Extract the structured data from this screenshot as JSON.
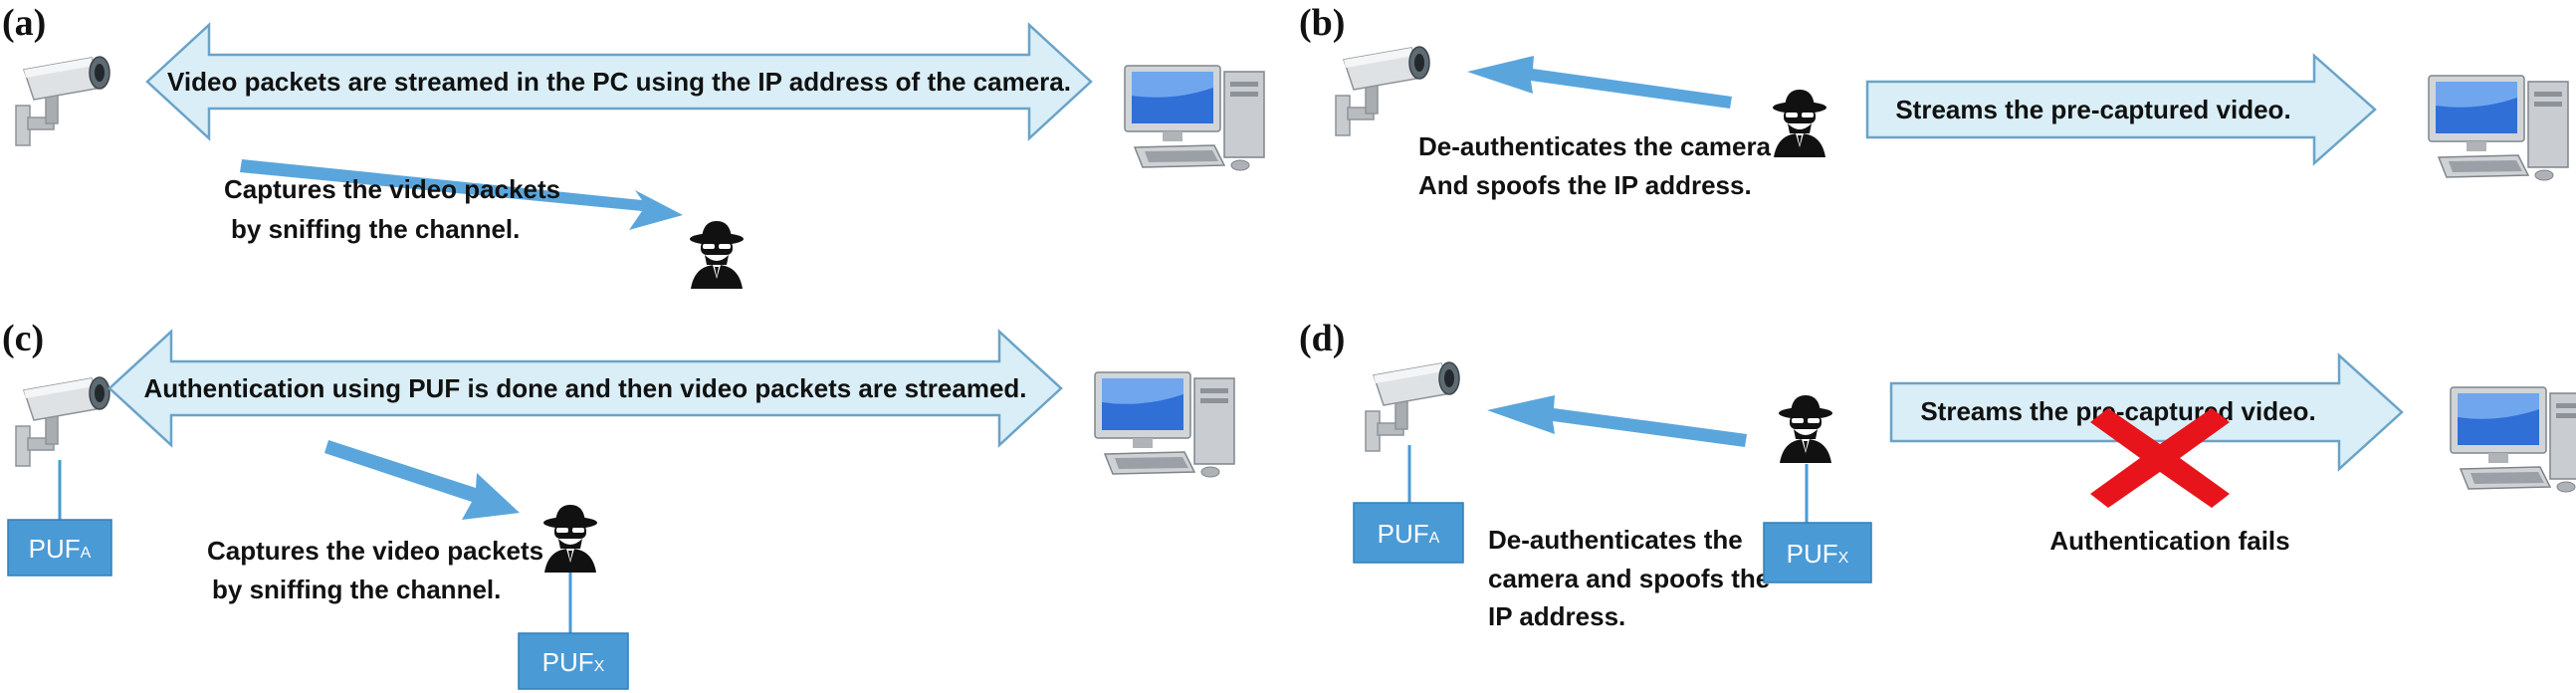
{
  "panels": [
    {
      "label": "(a)",
      "arrow_text": "Video packets are streamed in the PC using the IP address of the camera.",
      "note_lines": [
        "Captures the video packets",
        "by sniffing the channel."
      ]
    },
    {
      "label": "(b)",
      "arrow_text": "Streams the pre-captured video.",
      "note_lines": [
        "De-authenticates the camera",
        "And spoofs the IP address."
      ]
    },
    {
      "label": "(c)",
      "arrow_text": "Authentication using PUF is done and then video packets are streamed.",
      "note_lines": [
        "Captures the video packets",
        "by sniffing the channel."
      ],
      "puf_camera": {
        "main": "PUF",
        "sub": "A"
      },
      "puf_attacker": {
        "main": "PUF",
        "sub": "X"
      }
    },
    {
      "label": "(d)",
      "arrow_text": "Streams the pre-captured video.",
      "note_lines": [
        "De-authenticates the",
        "camera and spoofs the",
        "IP address."
      ],
      "puf_camera": {
        "main": "PUF",
        "sub": "A"
      },
      "puf_attacker": {
        "main": "PUF",
        "sub": "X"
      },
      "fail_text": "Authentication fails"
    }
  ],
  "colors": {
    "arrow_fill": "#d9eef7",
    "arrow_stroke": "#6aa3c8",
    "solid_arrow": "#5aa6dc",
    "puf_box": "#4a9ad6",
    "cross": "#e8141c",
    "hacker": "#111111"
  },
  "icons": [
    "camera-icon",
    "pc-icon",
    "hacker-icon",
    "cross-icon"
  ]
}
